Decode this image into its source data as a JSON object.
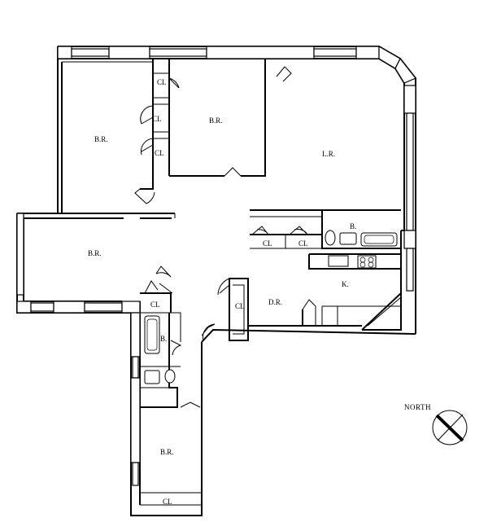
{
  "rooms": {
    "br_top_left": "B.R.",
    "br_top_mid": "B.R.",
    "br_left": "B.R.",
    "br_bottom": "B.R.",
    "lr": "L.R.",
    "dr": "D.R.",
    "k": "K.",
    "b_top": "B.",
    "b_left": "B.",
    "cl_1": "CL",
    "cl_2": "CL",
    "cl_3": "CL",
    "cl_4": "CL",
    "cl_5": "CL",
    "cl_6": "CL",
    "cl_7": "CL",
    "cl_8": "CL"
  },
  "compass": {
    "label": "NORTH"
  }
}
